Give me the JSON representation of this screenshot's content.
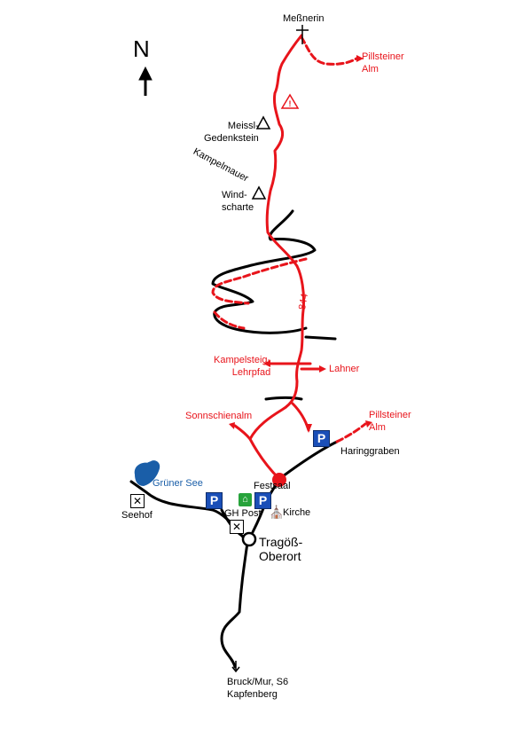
{
  "north": {
    "letter": "N"
  },
  "summit": {
    "name": "Meßnerin"
  },
  "labels": {
    "pillsteiner_alm_top": [
      "Pillsteiner",
      "Alm"
    ],
    "meissl": [
      "Meissl-",
      "Gedenkstein"
    ],
    "kampelmauer": "Kampelmauer",
    "windscharte": [
      "Wind-",
      "scharte"
    ],
    "route_number": "844",
    "kampelsteig": [
      "Kampelsteig-",
      "Lehrpfad"
    ],
    "lahner": "Lahner",
    "sonnschienalm": "Sonnschienalm",
    "pillsteiner_alm_low": [
      "Pillsteiner",
      "Alm"
    ],
    "haringgraben": "Haringgraben",
    "gruener_see": "Grüner See",
    "festsaal": "Festsaal",
    "seehof": "Seehof",
    "gh_post": "GH Post",
    "kirche": "Kirche",
    "tragoess": [
      "Tragöß-",
      "Oberort"
    ],
    "bruck": [
      "Bruck/Mur, S6",
      "Kapfenberg"
    ]
  },
  "icons": {
    "parking_letter": "P",
    "restaurant": "✕",
    "museum": "⌂",
    "church": "⛪"
  },
  "colors": {
    "route": "#e8141b",
    "road": "#000000",
    "lake": "#1a5ea8",
    "parking": "#1a4fb8",
    "museum": "#27a33b"
  }
}
